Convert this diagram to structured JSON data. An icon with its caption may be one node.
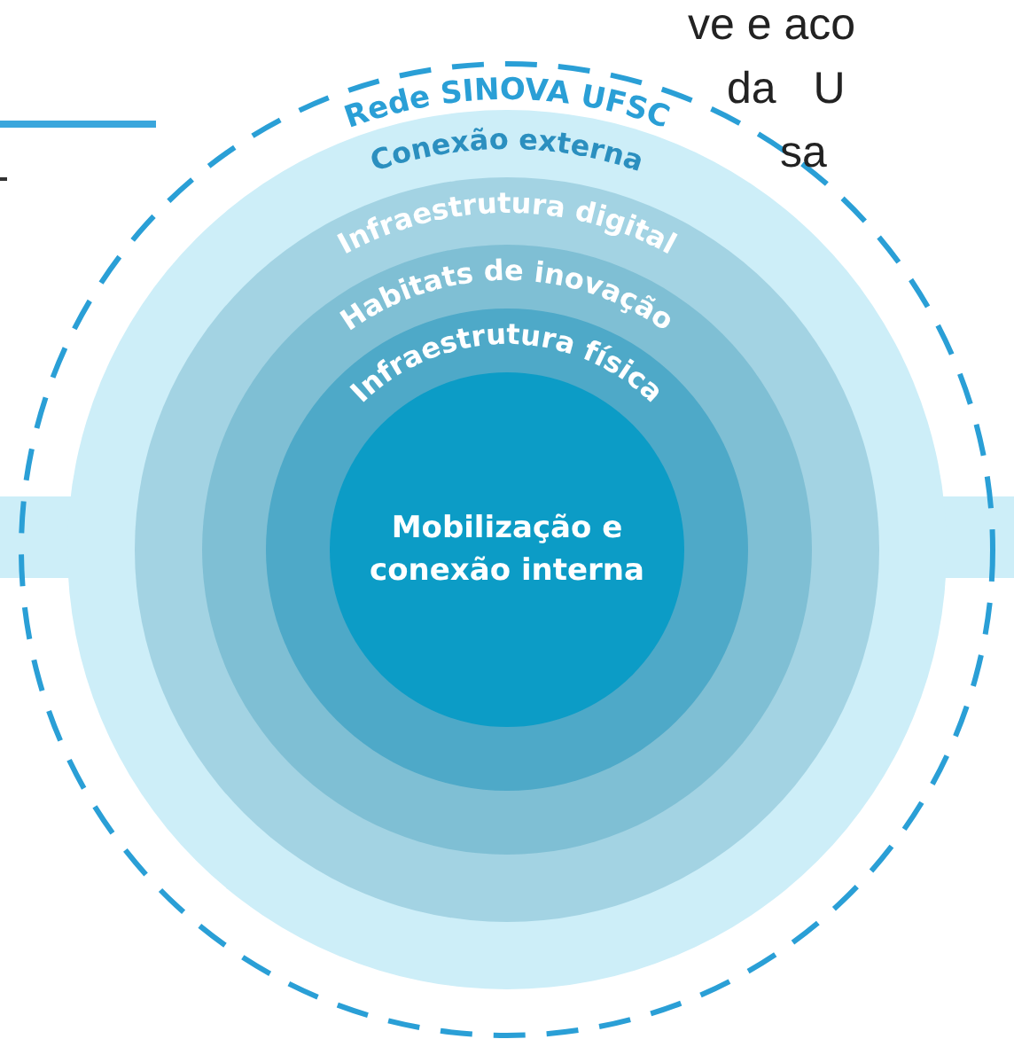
{
  "diagram": {
    "nodes": [
      {
        "text": [
          "Rede SINOVA UFSC"
        ]
      },
      {
        "text": [
          "Conexão externa"
        ],
        "in": 0
      },
      {
        "text": [
          "Infraestrutura digital"
        ],
        "in": 1
      },
      {
        "text": [
          "Habitats de inovação"
        ],
        "in": 2
      },
      {
        "text": [
          "Infraestrutura física"
        ],
        "in": 3
      },
      {
        "text": [
          "Mobilização e conexão interna"
        ],
        "in": 4
      }
    ],
    "edges": [],
    "labels": [
      "ve e aco",
      "da U",
      "sa"
    ]
  }
}
